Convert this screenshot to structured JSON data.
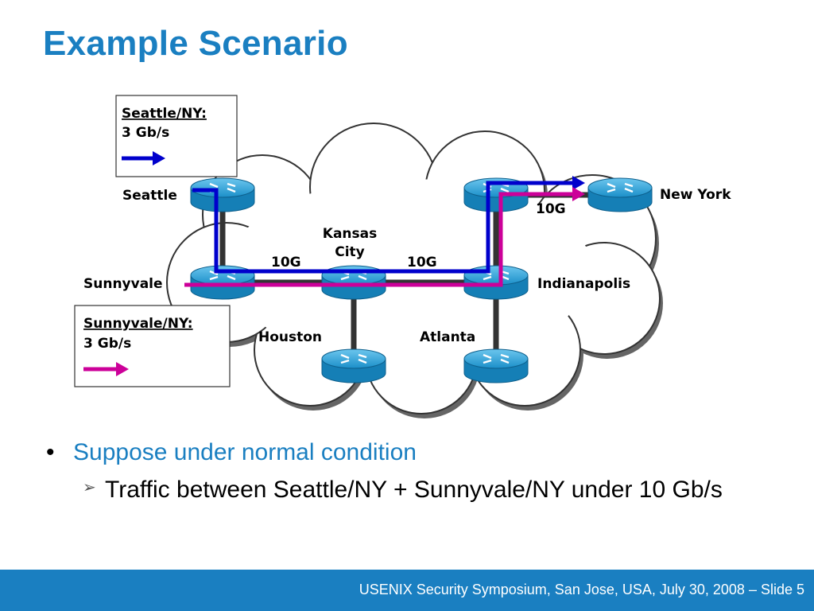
{
  "slide": {
    "title": "Example Scenario",
    "footer": "USENIX Security Symposium, San Jose, USA, July 30, 2008 – Slide 5"
  },
  "diagram": {
    "nodes": {
      "seattle": "Seattle",
      "new_york": "New York",
      "sunnyvale": "Sunnyvale",
      "kansas_city_line1": "Kansas",
      "kansas_city_line2": "City",
      "indianapolis": "Indianapolis",
      "houston": "Houston",
      "atlanta": "Atlanta"
    },
    "links": {
      "sunnyvale_kc": "10G",
      "kc_indianapolis": "10G",
      "indianapolis_ny": "10G"
    },
    "legend": [
      {
        "title": "Seattle/NY:",
        "value": "3 Gb/s",
        "color": "#0000cc"
      },
      {
        "title": "Sunnyvale/NY:",
        "value": "3 Gb/s",
        "color": "#cc0099"
      }
    ]
  },
  "bullets": {
    "main": "Suppose under normal condition",
    "sub": "Traffic between Seattle/NY + Sunnyvale/NY under 10 Gb/s"
  },
  "colors": {
    "accent": "#1a7fc1",
    "router": "#1b8fc9",
    "link": "#333333"
  }
}
